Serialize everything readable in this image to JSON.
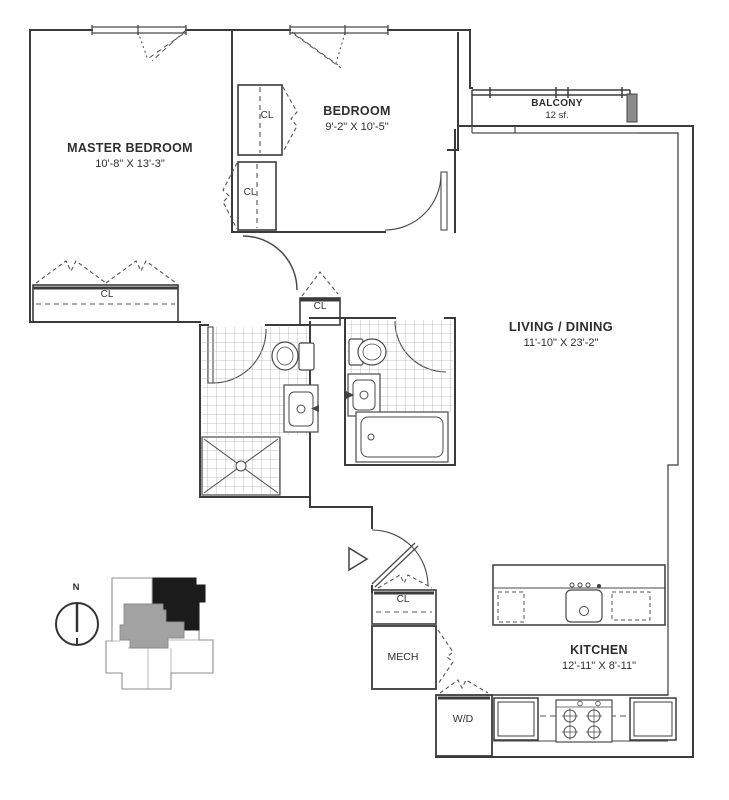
{
  "plan": {
    "compass_label": "N",
    "rooms": {
      "master_bedroom": {
        "name": "MASTER BEDROOM",
        "dims": "10'-8\" X 13'-3\""
      },
      "bedroom": {
        "name": "BEDROOM",
        "dims": "9'-2\" X 10'-5\""
      },
      "balcony": {
        "name": "BALCONY",
        "area": "12 sf."
      },
      "living_dining": {
        "name": "LIVING / DINING",
        "dims": "11'-10\" X 23'-2\""
      },
      "kitchen": {
        "name": "KITCHEN",
        "dims": "12'-11\" X 8'-11\""
      },
      "mech": {
        "name": "MECH"
      },
      "washer_dryer": {
        "name": "W/D"
      }
    },
    "closets": {
      "bedroom_closet": "CL",
      "master_closet": "CL",
      "master_wide_closet": "CL",
      "hall_closet": "CL",
      "entry_closet": "CL"
    },
    "colors": {
      "wall_line": "#3b3b3b",
      "tile_line": "#b0b0b0",
      "keyplan_unit_active": "#1b1b1b",
      "keyplan_unit_adjacent": "#a2a2a2",
      "background": "#ffffff"
    }
  }
}
